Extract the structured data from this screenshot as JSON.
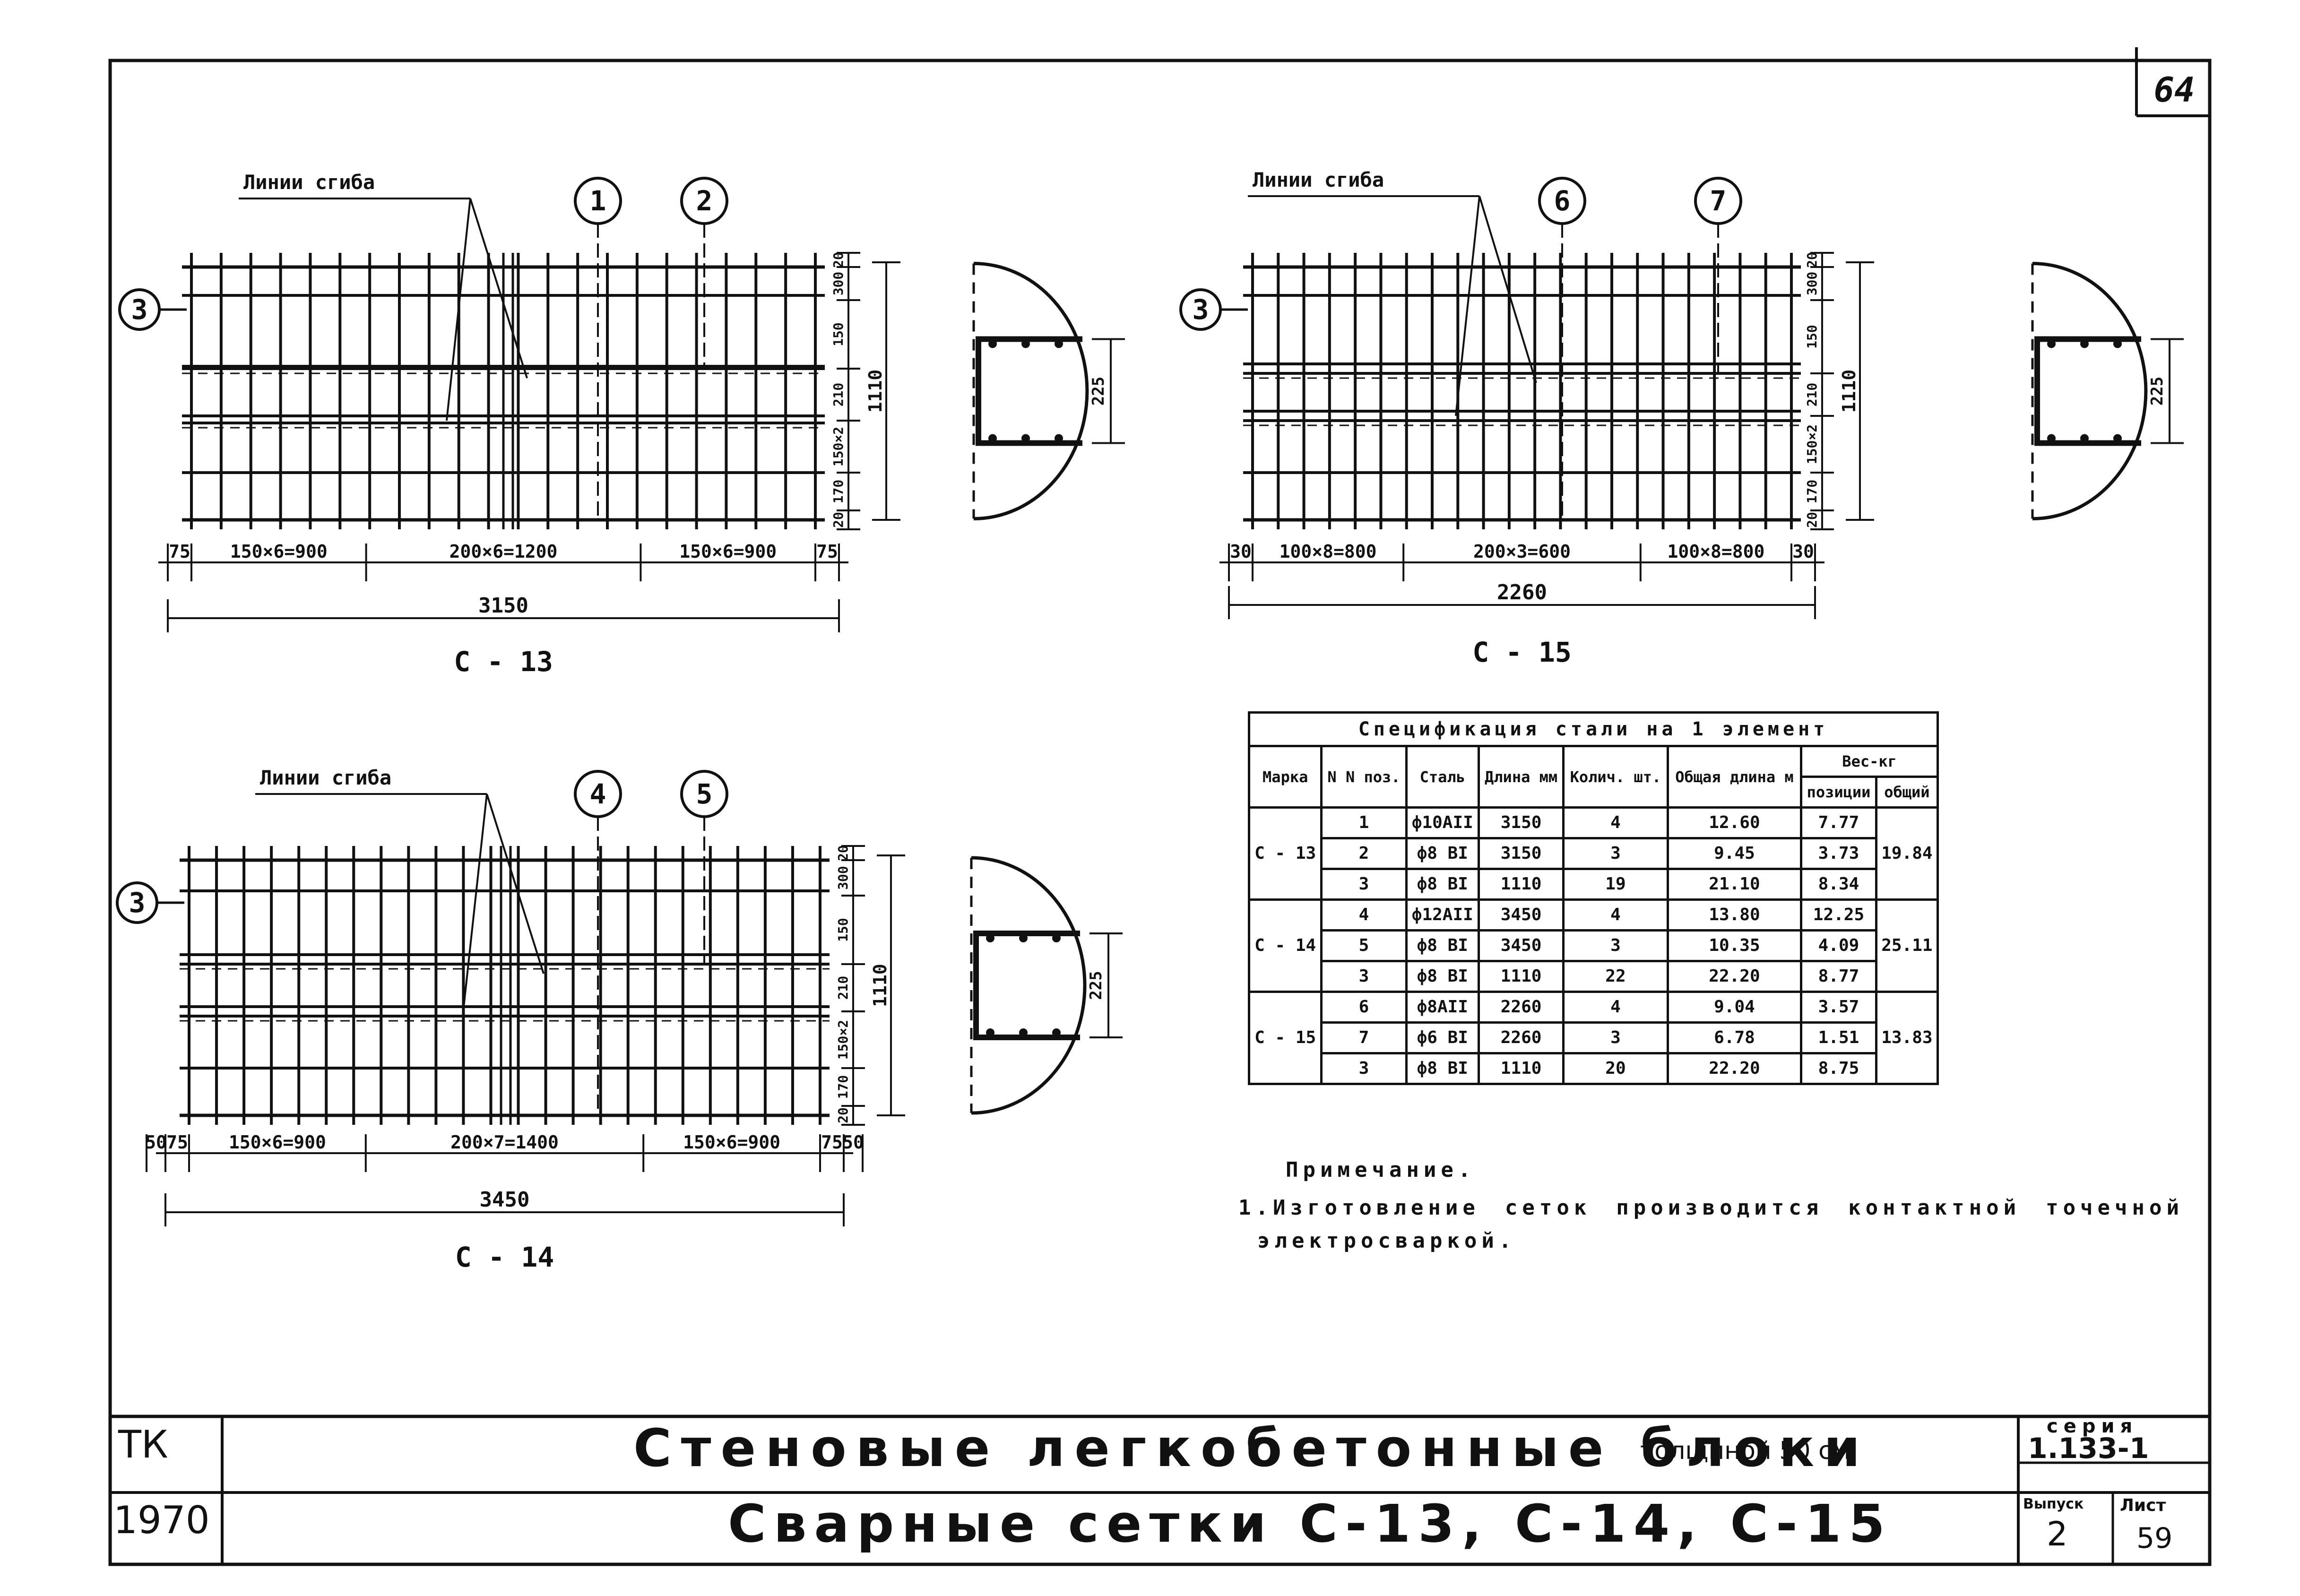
{
  "sheet_number": "64",
  "meshes": [
    {
      "id": "c13",
      "mark": "С - 13",
      "bend_label": "Линии сгиба",
      "positions": [
        "1",
        "2",
        "3"
      ],
      "dims_bottom": [
        "75",
        "150×6=900",
        "200×6=1200",
        "150×6=900",
        "75"
      ],
      "total_length": "3150",
      "dims_side": [
        "20",
        "300",
        "150",
        "210",
        "150×2",
        "170",
        "20"
      ],
      "height": "1110",
      "section_dim": "225"
    },
    {
      "id": "c15",
      "mark": "С - 15",
      "bend_label": "Линии сгиба",
      "positions": [
        "6",
        "7",
        "3"
      ],
      "dims_bottom": [
        "30",
        "100×8=800",
        "200×3=600",
        "100×8=800",
        "30"
      ],
      "total_length": "2260",
      "dims_side": [
        "20",
        "300",
        "150",
        "210",
        "150×2",
        "170",
        "20"
      ],
      "height": "1110",
      "section_dim": "225"
    },
    {
      "id": "c14",
      "mark": "С - 14",
      "bend_label": "Линии сгиба",
      "positions": [
        "4",
        "5",
        "3"
      ],
      "dims_bottom": [
        "50",
        "75",
        "150×6=900",
        "200×7=1400",
        "150×6=900",
        "75",
        "50"
      ],
      "total_length": "3450",
      "dims_side": [
        "20",
        "300",
        "150",
        "210",
        "150×2",
        "170",
        "20"
      ],
      "height": "1110",
      "section_dim": "225"
    }
  ],
  "spec_table": {
    "caption": "Спецификация стали на 1 элемент",
    "headers": {
      "mark": "Марка",
      "pos": "N N поз.",
      "steel": "Сталь",
      "length": "Длина мм",
      "qty": "Колич. шт.",
      "total_length": "Общая длина м",
      "weight": "Вес-кг",
      "weight_pos": "позиции",
      "weight_total": "общий"
    },
    "groups": [
      {
        "mark": "С - 13",
        "total": "19.84",
        "rows": [
          {
            "pos": "1",
            "steel": "ф10АII",
            "length": "3150",
            "qty": "4",
            "tlen": "12.60",
            "w": "7.77"
          },
          {
            "pos": "2",
            "steel": "ф8 ВI",
            "length": "3150",
            "qty": "3",
            "tlen": "9.45",
            "w": "3.73"
          },
          {
            "pos": "3",
            "steel": "ф8 ВI",
            "length": "1110",
            "qty": "19",
            "tlen": "21.10",
            "w": "8.34"
          }
        ]
      },
      {
        "mark": "С - 14",
        "total": "25.11",
        "rows": [
          {
            "pos": "4",
            "steel": "ф12АII",
            "length": "3450",
            "qty": "4",
            "tlen": "13.80",
            "w": "12.25"
          },
          {
            "pos": "5",
            "steel": "ф8 ВI",
            "length": "3450",
            "qty": "3",
            "tlen": "10.35",
            "w": "4.09"
          },
          {
            "pos": "3",
            "steel": "ф8 ВI",
            "length": "1110",
            "qty": "22",
            "tlen": "22.20",
            "w": "8.77"
          }
        ]
      },
      {
        "mark": "С - 15",
        "total": "13.83",
        "rows": [
          {
            "pos": "6",
            "steel": "ф8АII",
            "length": "2260",
            "qty": "4",
            "tlen": "9.04",
            "w": "3.57"
          },
          {
            "pos": "7",
            "steel": "ф6 ВI",
            "length": "2260",
            "qty": "3",
            "tlen": "6.78",
            "w": "1.51"
          },
          {
            "pos": "3",
            "steel": "ф8 ВI",
            "length": "1110",
            "qty": "20",
            "tlen": "22.20",
            "w": "8.75"
          }
        ]
      }
    ]
  },
  "note": {
    "title": "Примечание.",
    "line1": "1.Изготовление сеток производится контактной точечной",
    "line2": "электросваркой."
  },
  "title_block": {
    "org": "ТК",
    "year": "1970",
    "title_main": "Стеновые легкобетонные блоки",
    "title_sub": "толщиной 50 см",
    "subtitle": "Сварные сетки С-13, С-14, С-15",
    "series_label": "серия",
    "series_value": "1.133-1",
    "issue_label": "Выпуск",
    "issue_value": "2",
    "sheet_label": "Лист",
    "sheet_value": "59"
  }
}
